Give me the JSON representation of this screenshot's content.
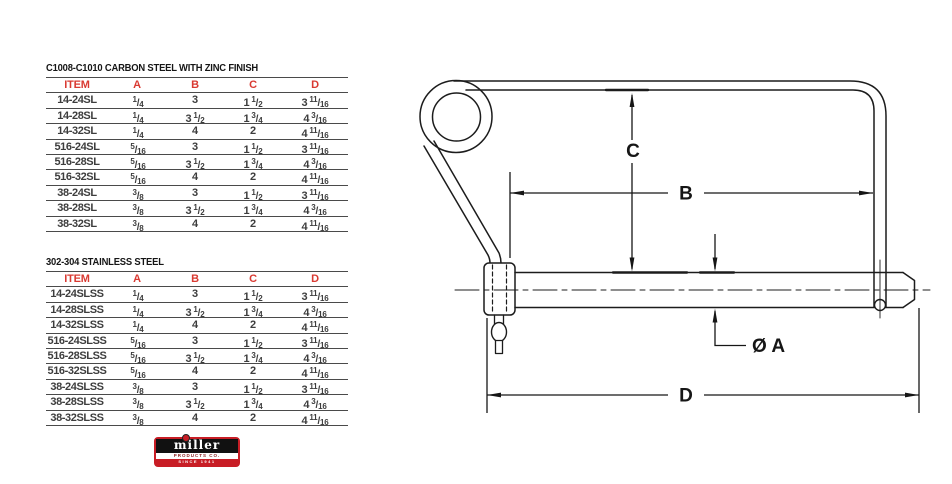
{
  "colors": {
    "accent_red": "#d93a32",
    "logo_red": "#c81d25",
    "line": "#1c1c1c",
    "table_text": "#3d3d3d",
    "rule": "#4a4a4a"
  },
  "tables": [
    {
      "title": "C1008-C1010 CARBON STEEL WITH ZINC FINISH",
      "columns": [
        "ITEM",
        "A",
        "B",
        "C",
        "D"
      ],
      "rows": [
        [
          "14-24SL",
          "1/4",
          "3",
          "1 1/2",
          "3 11/16"
        ],
        [
          "14-28SL",
          "1/4",
          "3 1/2",
          "1 3/4",
          "4 3/16"
        ],
        [
          "14-32SL",
          "1/4",
          "4",
          "2",
          "4 11/16"
        ],
        [
          "516-24SL",
          "5/16",
          "3",
          "1 1/2",
          "3 11/16"
        ],
        [
          "516-28SL",
          "5/16",
          "3 1/2",
          "1 3/4",
          "4 3/16"
        ],
        [
          "516-32SL",
          "5/16",
          "4",
          "2",
          "4 11/16"
        ],
        [
          "38-24SL",
          "3/8",
          "3",
          "1 1/2",
          "3 11/16"
        ],
        [
          "38-28SL",
          "3/8",
          "3 1/2",
          "1 3/4",
          "4 3/16"
        ],
        [
          "38-32SL",
          "3/8",
          "4",
          "2",
          "4 11/16"
        ]
      ]
    },
    {
      "title": "302-304 STAINLESS STEEL",
      "columns": [
        "ITEM",
        "A",
        "B",
        "C",
        "D"
      ],
      "rows": [
        [
          "14-24SLSS",
          "1/4",
          "3",
          "1 1/2",
          "3 11/16"
        ],
        [
          "14-28SLSS",
          "1/4",
          "3 1/2",
          "1 3/4",
          "4 3/16"
        ],
        [
          "14-32SLSS",
          "1/4",
          "4",
          "2",
          "4 11/16"
        ],
        [
          "516-24SLSS",
          "5/16",
          "3",
          "1 1/2",
          "3 11/16"
        ],
        [
          "516-28SLSS",
          "5/16",
          "3 1/2",
          "1 3/4",
          "4 3/16"
        ],
        [
          "516-32SLSS",
          "5/16",
          "4",
          "2",
          "4 11/16"
        ],
        [
          "38-24SLSS",
          "3/8",
          "3",
          "1 1/2",
          "3 11/16"
        ],
        [
          "38-28SLSS",
          "3/8",
          "3 1/2",
          "1 3/4",
          "4 3/16"
        ],
        [
          "38-32SLSS",
          "3/8",
          "4",
          "2",
          "4 11/16"
        ]
      ]
    }
  ],
  "diagram": {
    "labels": {
      "a": "Ø A",
      "b": "B",
      "c": "C",
      "d": "D"
    }
  },
  "logo": {
    "name": "miller",
    "subtitle": "PRODUCTS CO.",
    "tagline": "SINCE 1941"
  }
}
